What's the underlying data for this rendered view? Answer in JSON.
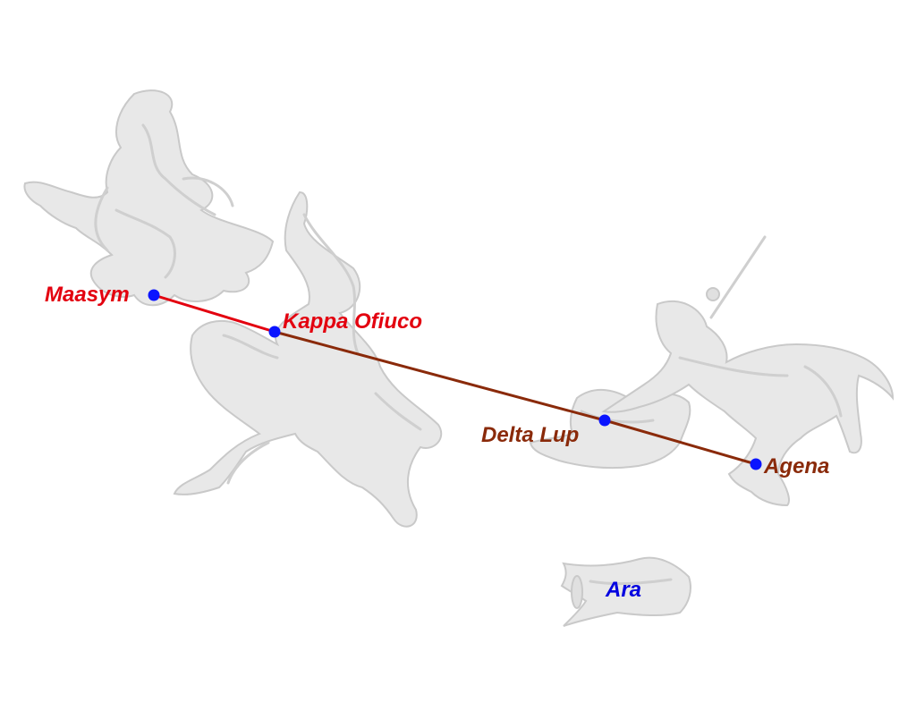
{
  "colors": {
    "red": "#e3000f",
    "brown": "#8a2a0a",
    "blue": "#0000e0",
    "star": "#0a14ff",
    "figure_fill": "#e8e8e8"
  },
  "stars": {
    "maasym": "Maasym",
    "kappa": "Kappa Ofiuco",
    "delta": "Delta Lup",
    "agena": "Agena"
  },
  "constellations": {
    "ara": "Ara"
  },
  "figures": [
    "hercules-figure-icon",
    "ophiuchus-serpent-figure-icon",
    "centaurus-figure-icon",
    "lupus-figure-icon",
    "ara-altar-figure-icon"
  ]
}
